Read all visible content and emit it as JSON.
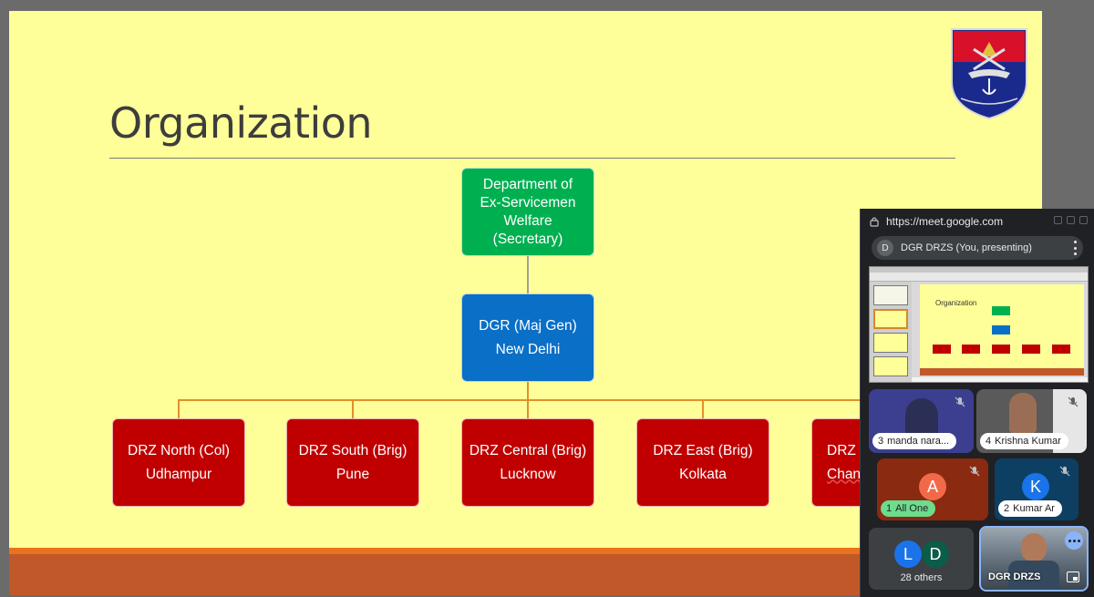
{
  "slide": {
    "title": "Organization",
    "boxes": {
      "department": [
        "Department of",
        "Ex-Servicemen",
        "Welfare",
        "(Secretary)"
      ],
      "dgr": [
        "DGR (Maj Gen)",
        "New Delhi"
      ],
      "drz": [
        {
          "line1": "DRZ North (Col)",
          "line2": "Udhampur"
        },
        {
          "line1": "DRZ South (Brig)",
          "line2": "Pune"
        },
        {
          "line1": "DRZ Central (Brig)",
          "line2": "Lucknow"
        },
        {
          "line1": "DRZ East (Brig)",
          "line2": "Kolkata"
        },
        {
          "line1": "DRZ W",
          "line2": "Chan"
        }
      ]
    },
    "colors": {
      "background": "#ffff99",
      "green": "#00b050",
      "blue": "#0a6fc6",
      "red": "#c00000",
      "band": "#c0582a"
    }
  },
  "meet": {
    "url": "https://meet.google.com",
    "presenter": {
      "initial": "D",
      "label": "DGR DRZS (You, presenting)"
    },
    "preview": {
      "title": "Organization"
    },
    "tiles": [
      {
        "num": "3",
        "name": "manda nara..."
      },
      {
        "num": "4",
        "name": "Krishna Kumar"
      },
      {
        "num": "1",
        "name": "All One",
        "initial": "A"
      },
      {
        "num": "2",
        "name": "Kumar Ar",
        "initial": "K"
      }
    ],
    "others": {
      "initials": [
        "L",
        "D"
      ],
      "label": "28 others"
    },
    "self": {
      "label": "DGR DRZS"
    }
  }
}
